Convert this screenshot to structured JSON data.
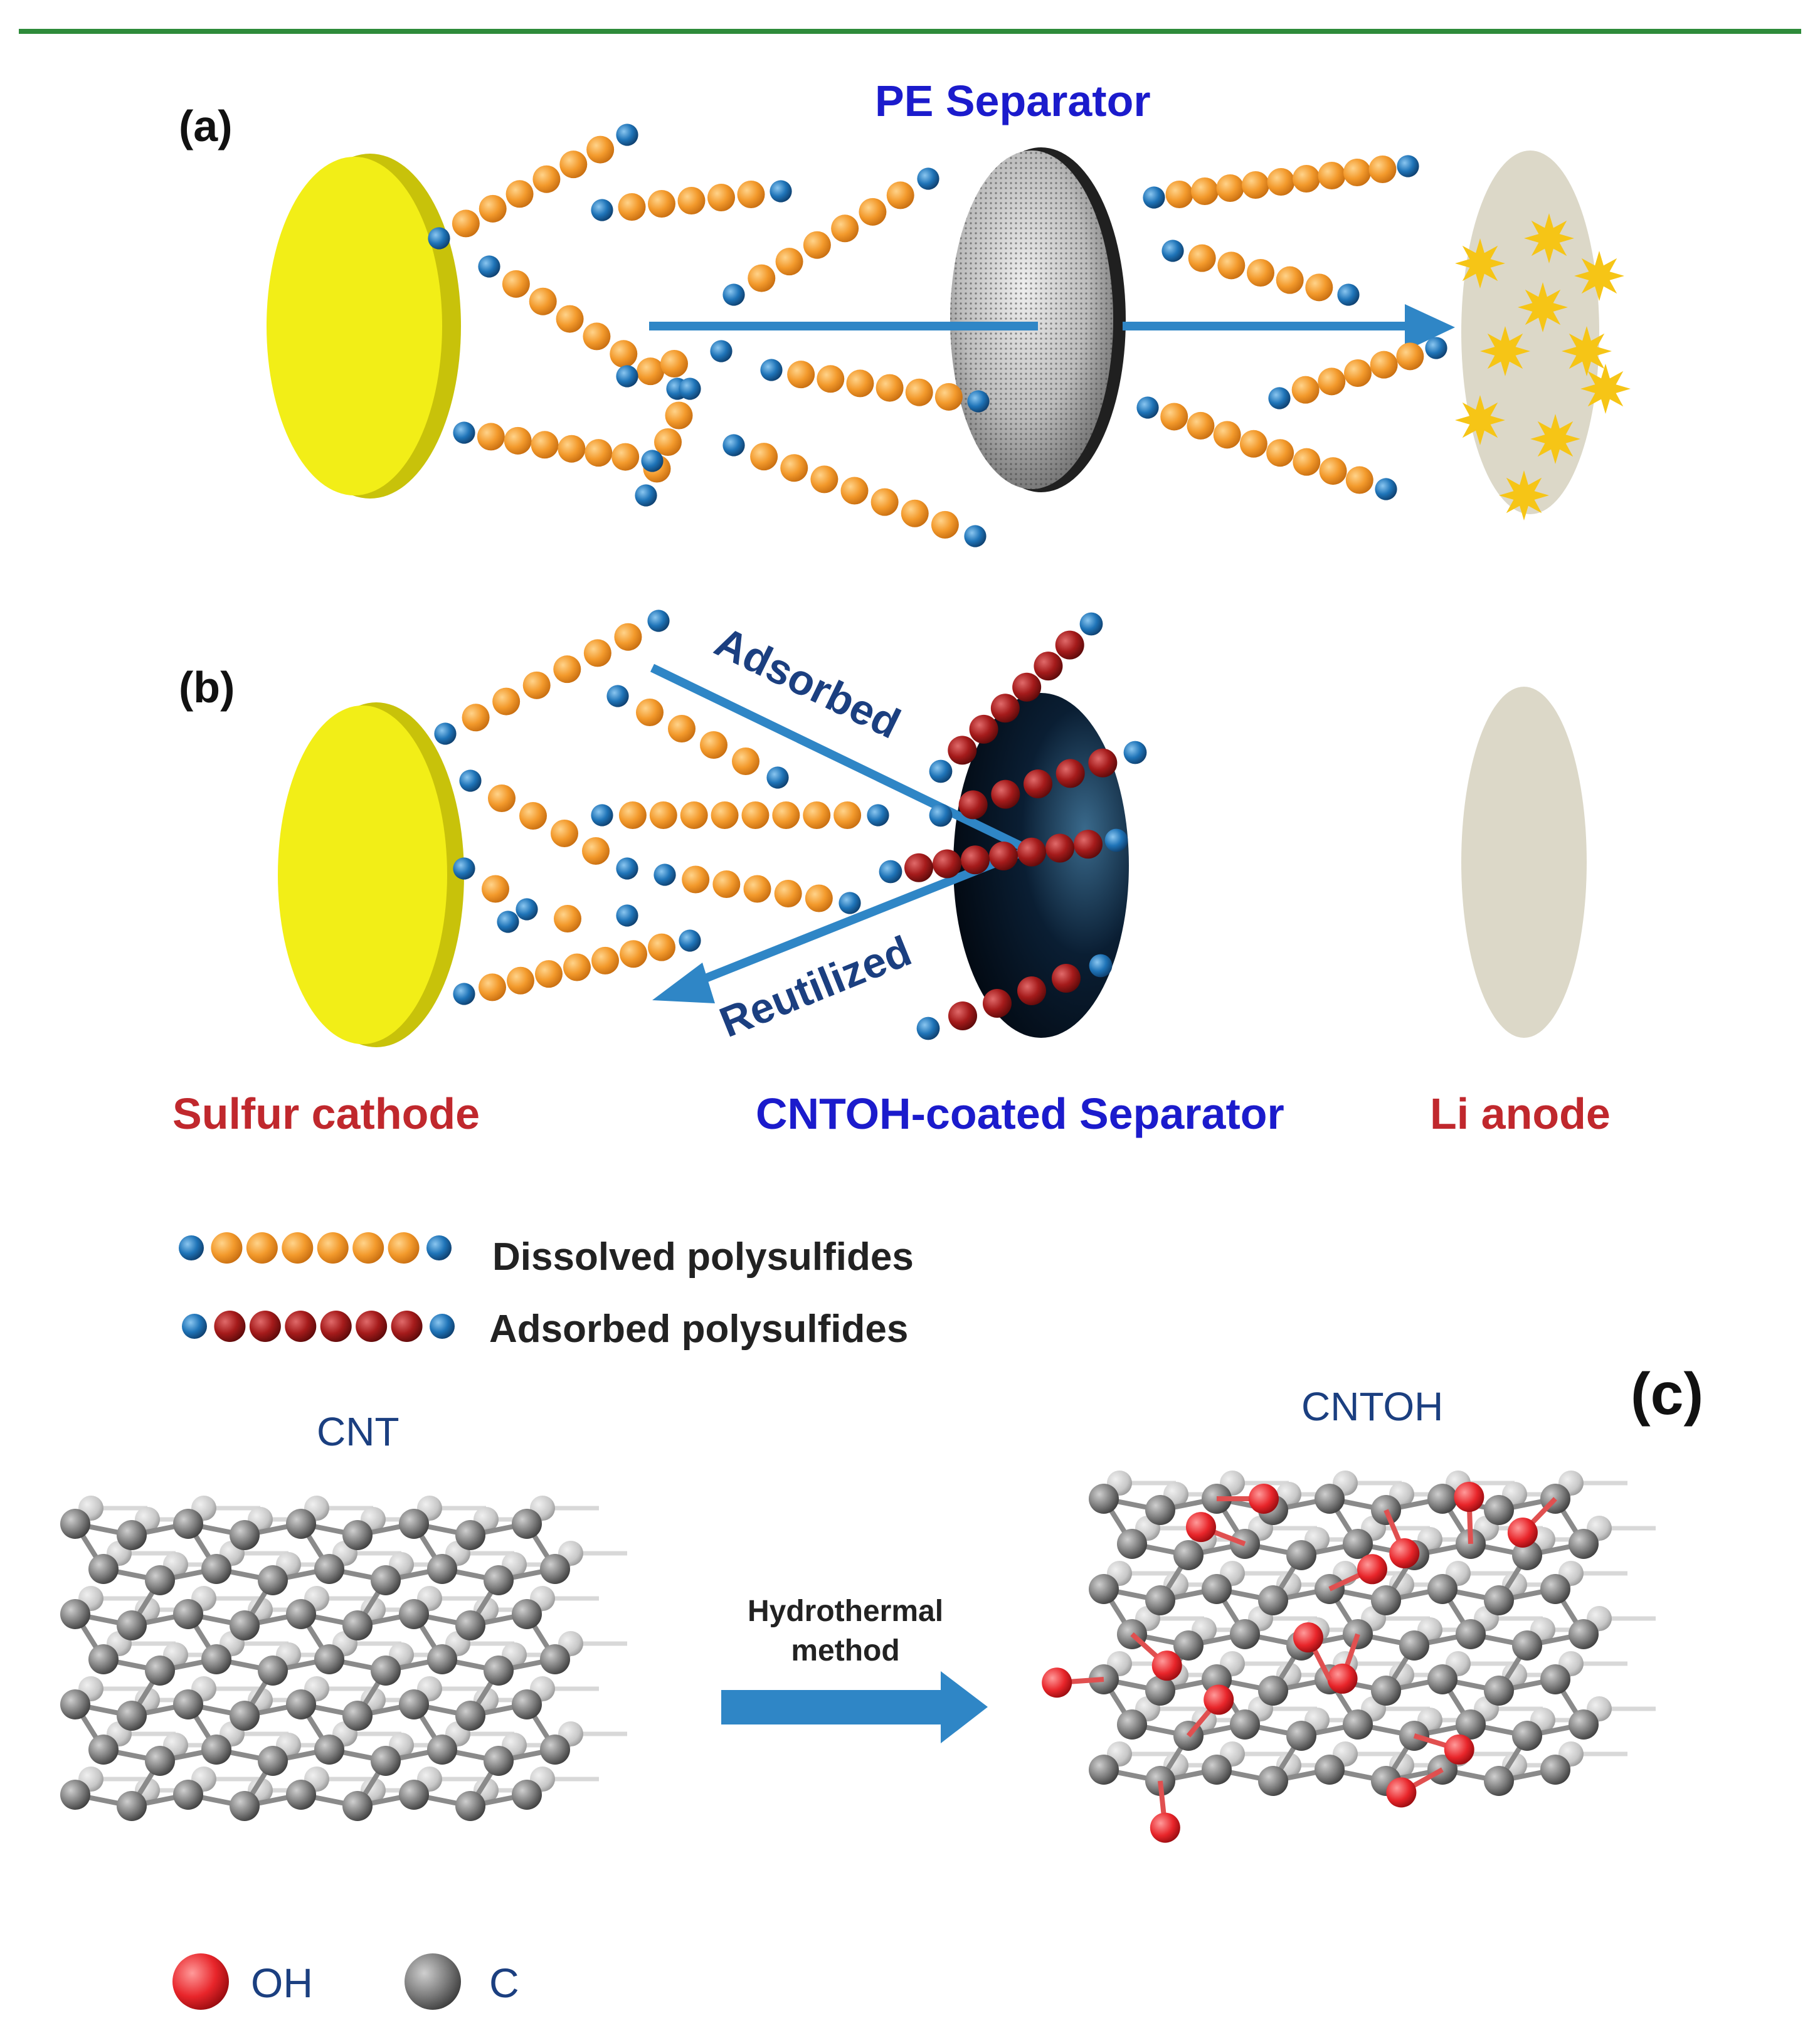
{
  "figure": {
    "accent_line_color": "#2e8b3a",
    "panel_a": {
      "tag": "(a)",
      "separator_label": "PE Separator"
    },
    "panel_b": {
      "tag": "(b)",
      "adsorbed_label": "Adsorbed",
      "reutilized_label": "Reutilized"
    },
    "component_labels": {
      "cathode": "Sulfur cathode",
      "separator": "CNTOH-coated Separator",
      "anode": "Li anode"
    },
    "legend": {
      "dissolved": "Dissolved polysulfides",
      "adsorbed": "Adsorbed polysulfides"
    },
    "panel_c": {
      "tag": "(c)",
      "left_label": "CNT",
      "right_label": "CNTOH",
      "arrow_line1": "Hydrothermal",
      "arrow_line2": "method",
      "legend_oh": "OH",
      "legend_c": "C"
    },
    "colors": {
      "cathode": "#f2ee17",
      "orange_bead": "#f39a2c",
      "blue_bead": "#1f74b8",
      "red_bead": "#a51b1b",
      "arrow": "#2f86c6",
      "label_red": "#c0282d",
      "label_blue": "#1b1bcc",
      "label_navy": "#1b3f80",
      "anode": "#dcd8c8",
      "lithium_dendrite": "#f6c516",
      "oxygen": "#e8252a",
      "carbon": "#7b7b7b"
    }
  }
}
